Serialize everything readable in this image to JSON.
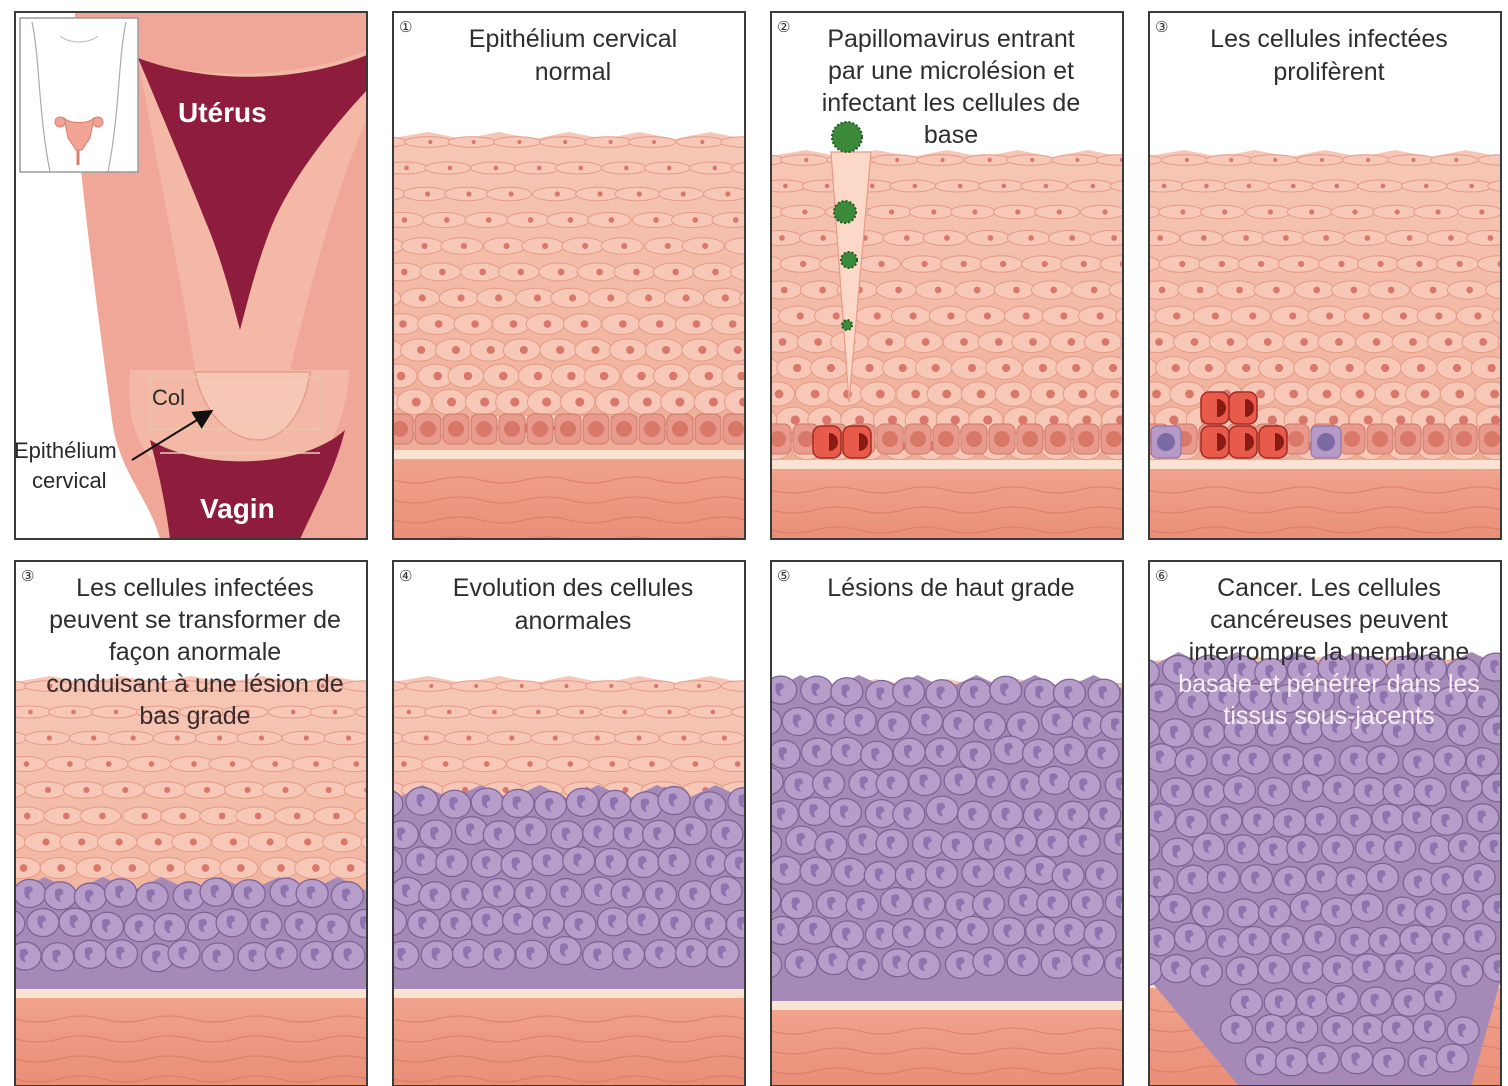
{
  "anatomy": {
    "uterus": "Utérus",
    "cervix": "Col",
    "epithelium_line1": "Epithélium",
    "epithelium_line2": "cervical",
    "vagina": "Vagin"
  },
  "panels": [
    {
      "number": "①",
      "title_lines": [
        "Epithélium cervical",
        "normal"
      ],
      "stage": "normal"
    },
    {
      "number": "②",
      "title_lines": [
        "Papillomavirus entrant",
        "par une microlésion et",
        "infectant les cellules de",
        "base"
      ],
      "stage": "entry"
    },
    {
      "number": "③",
      "title_lines": [
        "Les cellules infectées",
        "prolifèrent"
      ],
      "stage": "proliferation"
    },
    {
      "number": "③",
      "title_lines": [
        "Les cellules infectées",
        "peuvent se transformer de",
        "façon anormale",
        "conduisant à une lésion de",
        "bas grade"
      ],
      "stage": "low-grade"
    },
    {
      "number": "④",
      "title_lines": [
        "Evolution des cellules",
        "anormales"
      ],
      "stage": "evolution"
    },
    {
      "number": "⑤",
      "title_lines": [
        "Lésions de haut grade"
      ],
      "stage": "high-grade"
    },
    {
      "number": "⑥",
      "title_lines": [
        "Cancer. Les cellules",
        "cancéreuses peuvent",
        "interrompre la membrane",
        "basale et pénétrer dans les",
        "tissus sous-jacents"
      ],
      "stage": "cancer"
    }
  ],
  "colors": {
    "epithelium_pink": "#f2b8a6",
    "cell_pink": "#f7c8b8",
    "nucleus_red": "#d9786a",
    "basal_cell": "#e89a8c",
    "infected_red": "#c8322a",
    "abnormal_purple": "#a58ab8",
    "abnormal_nucleus": "#7c5f94",
    "stroma": "#ee9c86",
    "basement": "#fbe3d4",
    "uterus_dark": "#8e1c3d",
    "virus_green": "#3a8a3a",
    "panel_border": "#3a3a3a"
  }
}
